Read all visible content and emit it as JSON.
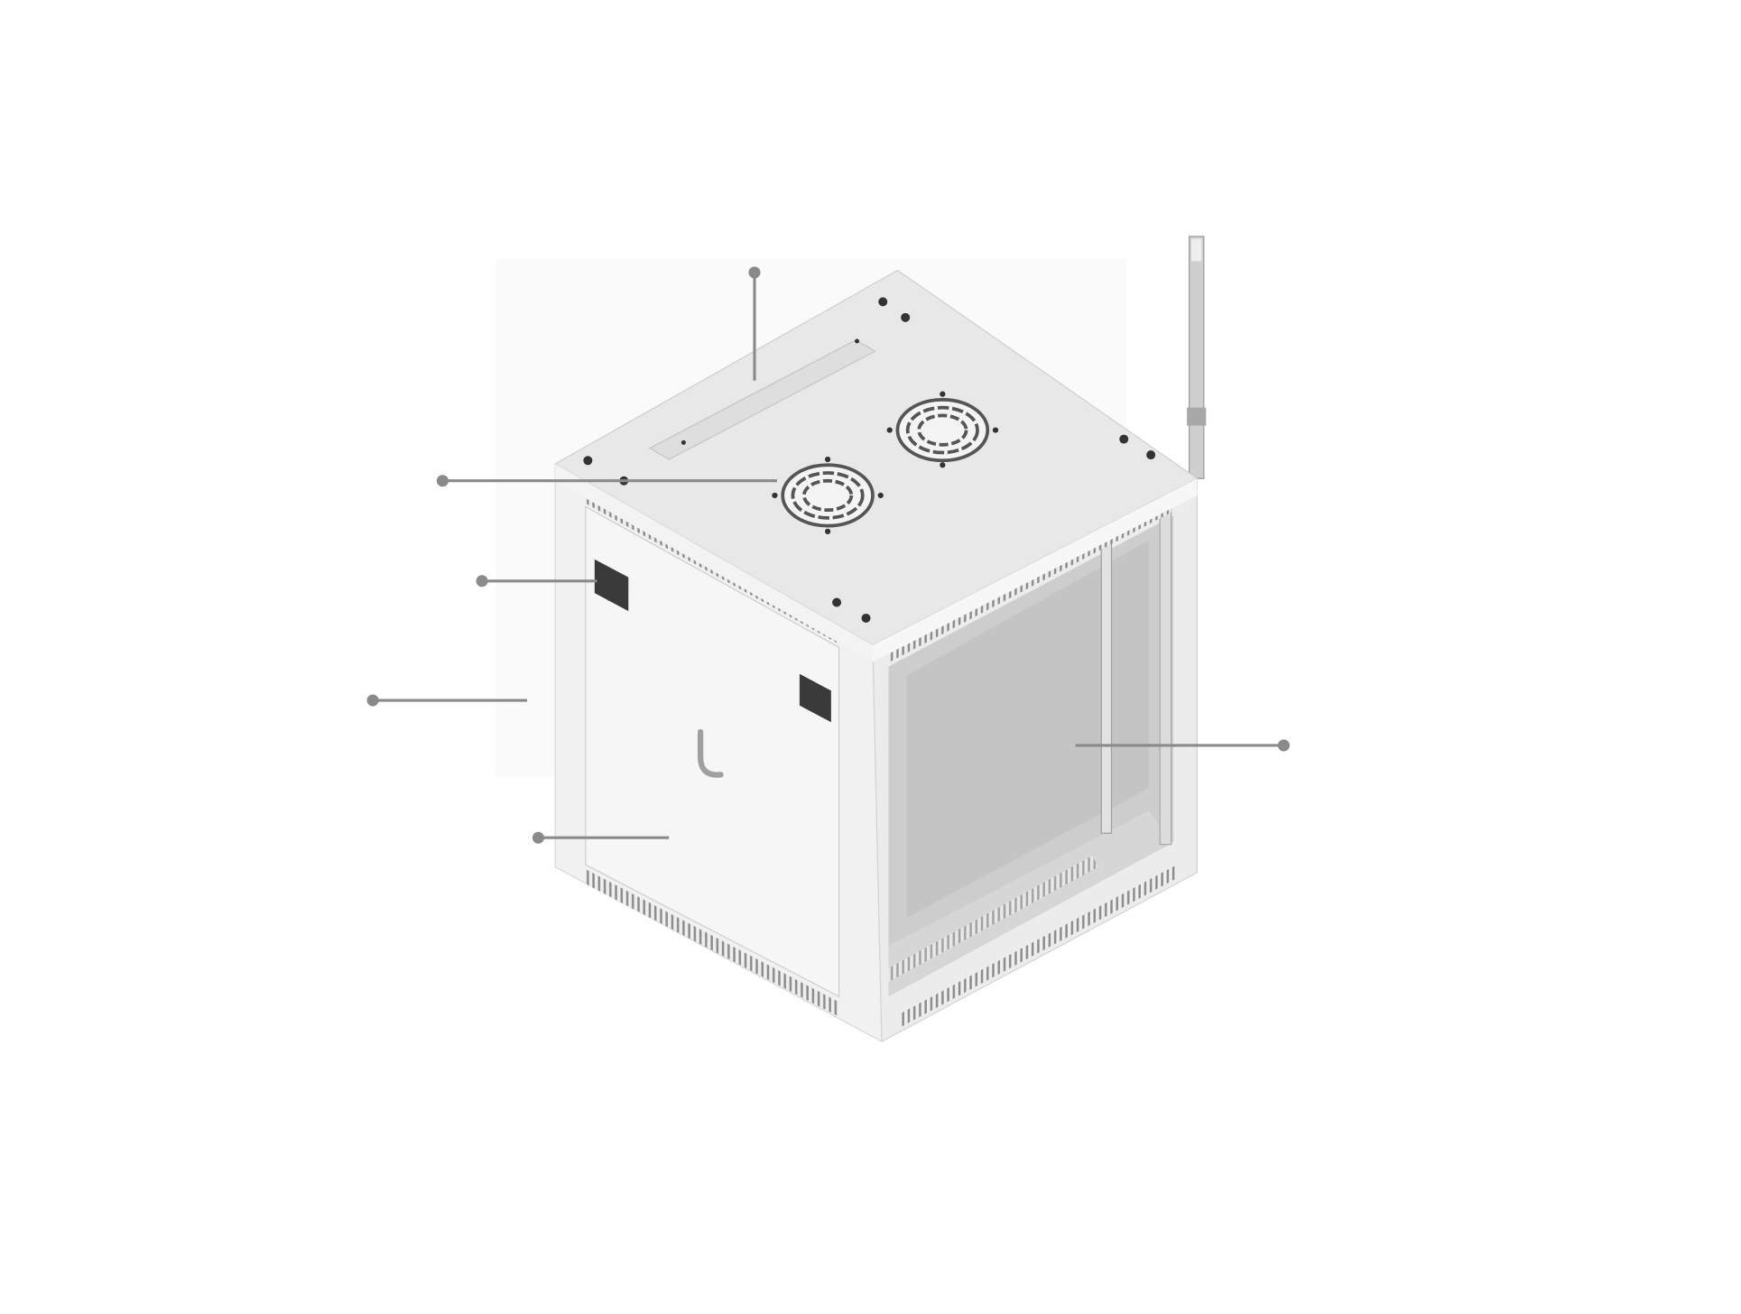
{
  "product": {
    "name_visible": false,
    "colors": {
      "background": "#ffffff",
      "body": "#eeeeee",
      "top_face": "#e6e6e6",
      "interior": "#cdcdcd",
      "callout": "#8a8a8a",
      "lock": "#3a3a3a"
    }
  },
  "callouts": [
    {
      "id": "top-cable-entry"
    },
    {
      "id": "fan"
    },
    {
      "id": "side-lock"
    },
    {
      "id": "wall-mount"
    },
    {
      "id": "side-panel"
    },
    {
      "id": "rack-rail"
    }
  ]
}
